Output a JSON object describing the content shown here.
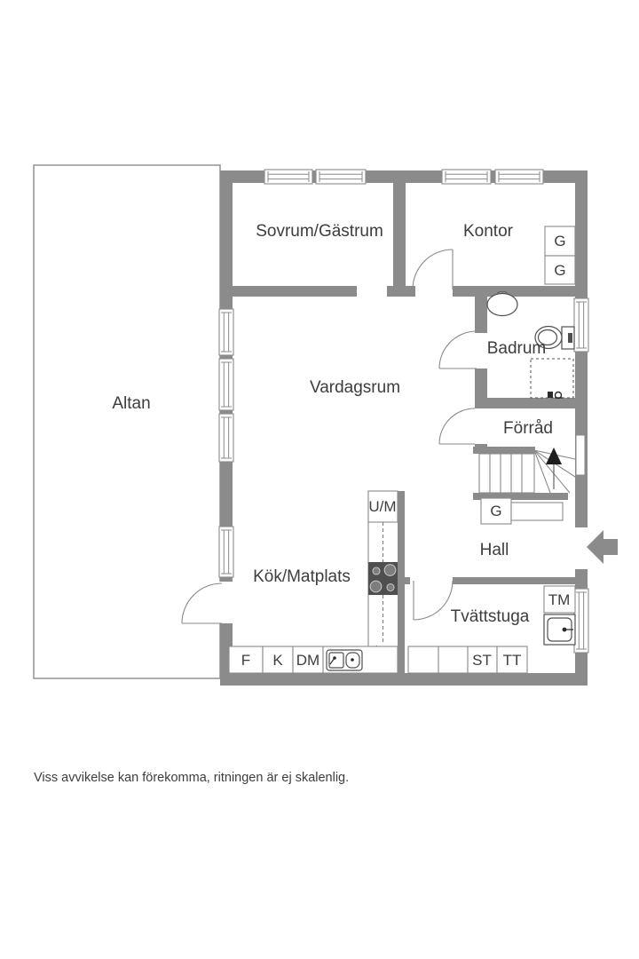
{
  "colors": {
    "wall": "#8b8b8b",
    "line": "#8a8a8a",
    "fixture": "#4f4f4f",
    "text": "#3d3d3d",
    "stove": "#4f4f4f",
    "arrow": "#8b8b8b",
    "dark": "#1c1c1c"
  },
  "rooms": {
    "altan": "Altan",
    "sovrum": "Sovrum/Gästrum",
    "kontor": "Kontor",
    "badrum": "Badrum",
    "vardagsrum": "Vardagsrum",
    "forrad": "Förråd",
    "hall": "Hall",
    "kok": "Kök/Matplats",
    "tvattstuga": "Tvättstuga"
  },
  "fixtures": {
    "um": "U/M",
    "tm": "TM",
    "f": "F",
    "k": "K",
    "dm": "DM",
    "st": "ST",
    "tt": "TT"
  },
  "wardrobes": {
    "kontor_top": "G",
    "kontor_bottom": "G",
    "hall": "G"
  },
  "disclaimer": "Viss avvikelse kan förekomma, ritningen är ej skalenlig."
}
